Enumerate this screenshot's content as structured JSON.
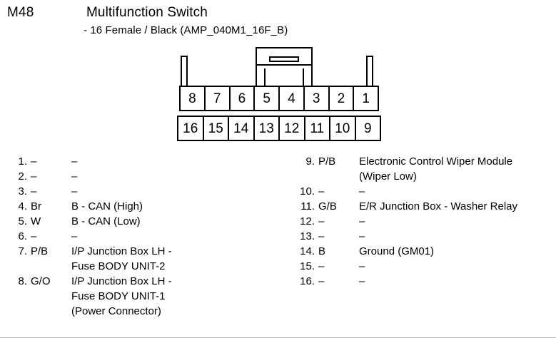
{
  "header": {
    "code": "M48",
    "title": "Multifunction Switch",
    "subtitle": "- 16 Female / Black (AMP_040M1_16F_B)"
  },
  "connector": {
    "type": "16-way female connector",
    "housing_color": "Black",
    "part_code": "AMP_040M1_16F_B",
    "top_row_pins": [
      "8",
      "7",
      "6",
      "5",
      "4",
      "3",
      "2",
      "1"
    ],
    "bottom_row_pins": [
      "16",
      "15",
      "14",
      "13",
      "12",
      "11",
      "10",
      "9"
    ]
  },
  "pins": {
    "left_column": [
      {
        "number": "1.",
        "color": "–",
        "description": "–"
      },
      {
        "number": "2.",
        "color": "–",
        "description": "–"
      },
      {
        "number": "3.",
        "color": "–",
        "description": "–"
      },
      {
        "number": "4.",
        "color": "Br",
        "description": "B - CAN (High)"
      },
      {
        "number": "5.",
        "color": "W",
        "description": "B - CAN (Low)"
      },
      {
        "number": "6.",
        "color": "–",
        "description": "–"
      },
      {
        "number": "7.",
        "color": "P/B",
        "description": "I/P Junction Box LH -\nFuse BODY UNIT-2"
      },
      {
        "number": "8.",
        "color": "G/O",
        "description": "I/P Junction Box LH -\nFuse BODY UNIT-1\n(Power Connector)"
      }
    ],
    "right_column": [
      {
        "number": "9.",
        "color": "P/B",
        "description": "Electronic Control Wiper Module\n(Wiper Low)"
      },
      {
        "number": "10.",
        "color": "–",
        "description": "–"
      },
      {
        "number": "11.",
        "color": "G/B",
        "description": "E/R Junction Box - Washer Relay"
      },
      {
        "number": "12.",
        "color": "–",
        "description": "–"
      },
      {
        "number": "13.",
        "color": "–",
        "description": "–"
      },
      {
        "number": "14.",
        "color": "B",
        "description": "Ground (GM01)"
      },
      {
        "number": "15.",
        "color": "–",
        "description": "–"
      },
      {
        "number": "16.",
        "color": "–",
        "description": "–"
      }
    ]
  },
  "colors": {
    "line": "#000000",
    "background": "#ffffff"
  }
}
